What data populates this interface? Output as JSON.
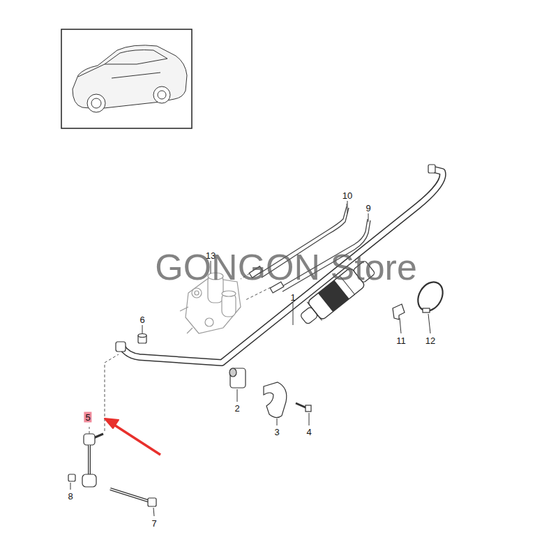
{
  "diagram": {
    "labels": [
      "10",
      "9",
      "13",
      "1",
      "6",
      "11",
      "12",
      "2",
      "3",
      "4",
      "5",
      "8",
      "7",
      "GONGON Store"
    ]
  }
}
